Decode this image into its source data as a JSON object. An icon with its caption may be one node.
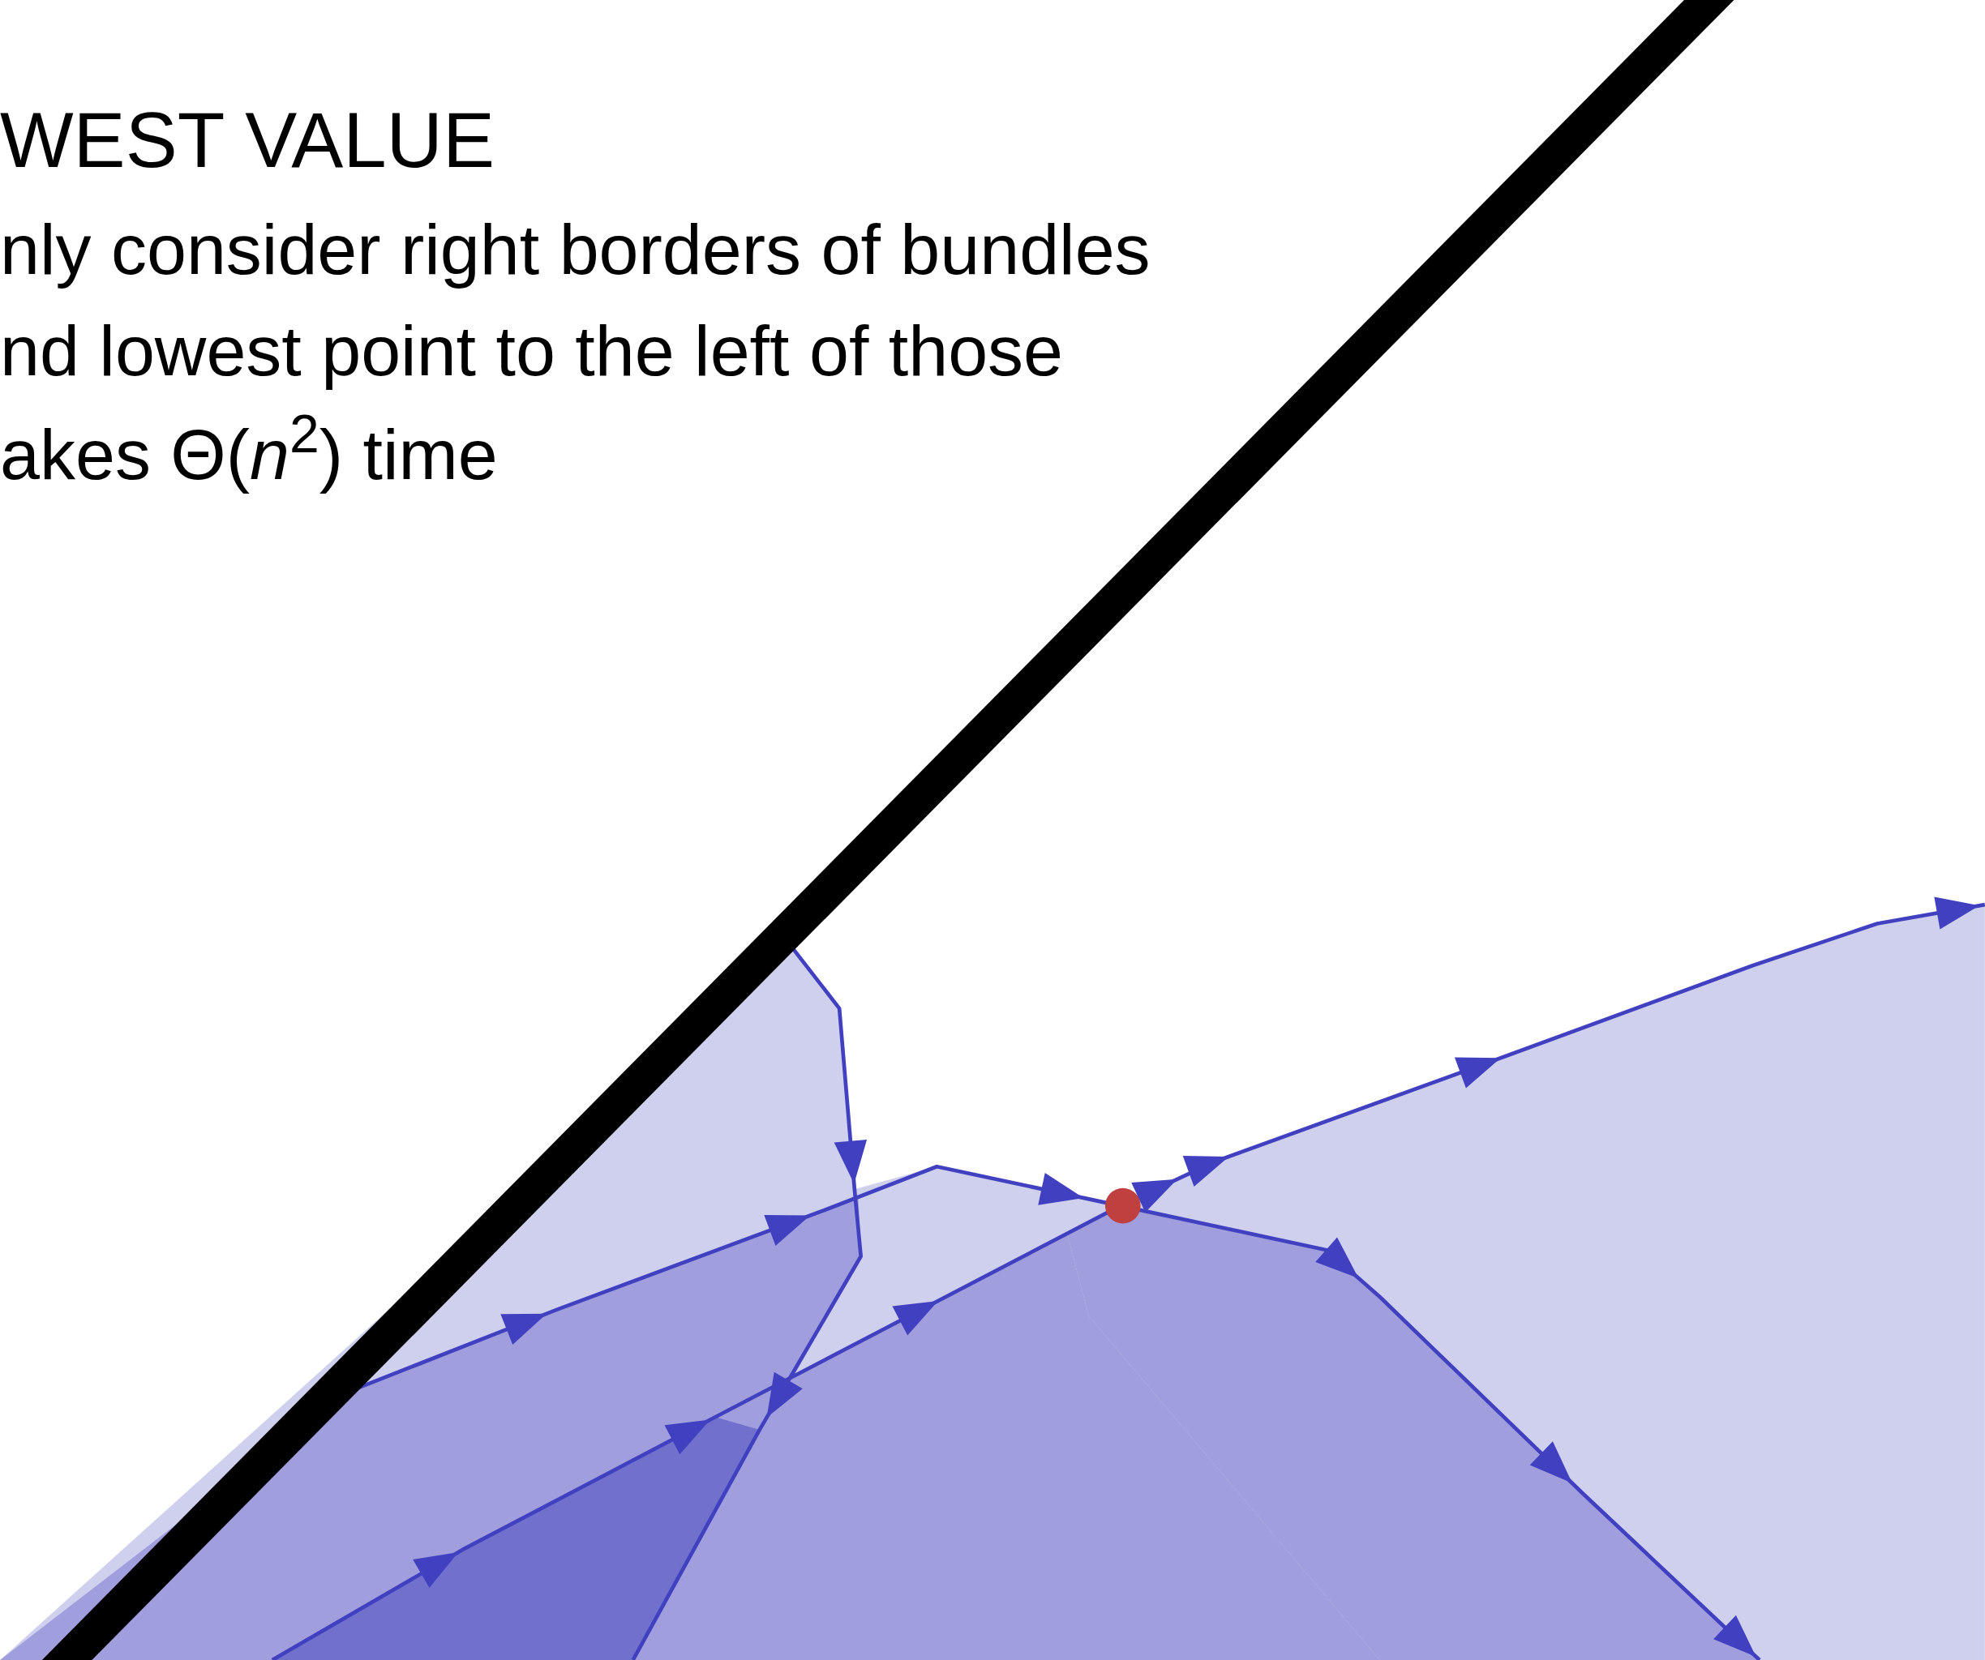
{
  "diagram": {
    "title": "WEST VALUE",
    "labels": [
      "nly consider right borders of bundles",
      "nd lowest point to the left of those",
      "akes Θ(*n*$^{2}$) time"
    ]
  }
}
